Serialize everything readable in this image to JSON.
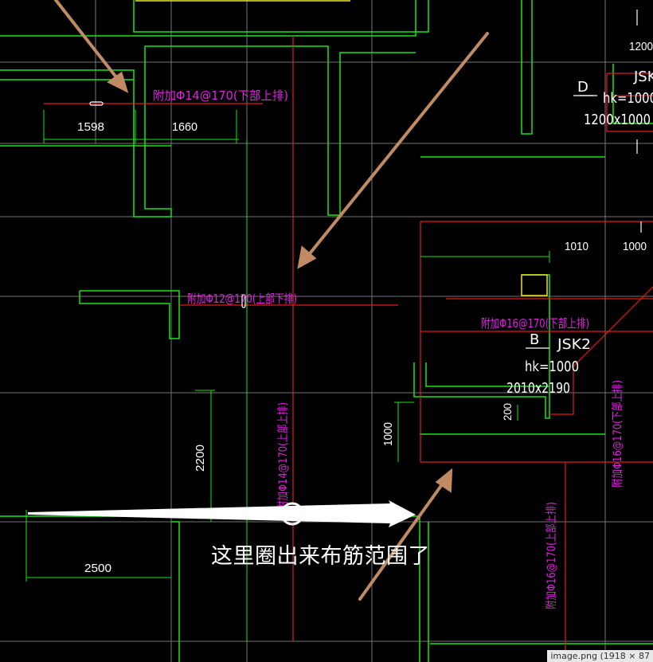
{
  "annotations": {
    "top_left": "附加Φ14@170(下部上排)",
    "center_left": "附加Φ12@170(上部下排)",
    "center_right": "附加Φ16@170(下部上排)",
    "vertical_center": "附加Φ14@170(上部上排)",
    "vertical_right_lower": "附加Φ16@170(上部上排)",
    "vertical_far_right": "附加Φ16@170(下部上排)"
  },
  "dimensions": {
    "d1598": "1598",
    "d1660": "1660",
    "d1010": "1010",
    "d1000_top": "1000",
    "d2200": "2200",
    "d1000_mid": "1000",
    "d2500": "2500",
    "d200": "200",
    "d1200": "1200"
  },
  "pit_d": {
    "label": "D",
    "name": "JSK",
    "hk": "hk=1000",
    "size": "1200x1000"
  },
  "pit_b": {
    "label": "B",
    "name": "JSK2",
    "hk": "hk=1000",
    "size": "2010x2190"
  },
  "caption": "这里圈出来布筋范围了",
  "status": "image.png (1918 × 87",
  "colors": {
    "wall": "#19e619",
    "rebar": "#e21a1a",
    "text": "#e61ee6",
    "grid": "#c8c8c8",
    "arrow": "#c08a63"
  }
}
